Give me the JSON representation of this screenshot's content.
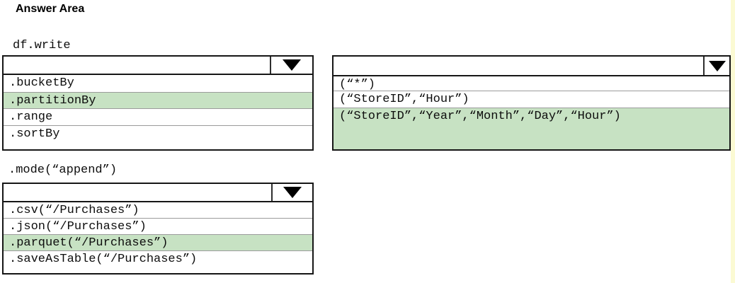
{
  "title": "Answer Area",
  "colors": {
    "highlight_green": "#c7e2c3",
    "page_edge_strip": "#fbfad3"
  },
  "code_labels": {
    "df_write": "df.write",
    "mode_append": ".mode(“append”)"
  },
  "dropdowns": [
    {
      "name": "write-method",
      "options": [
        {
          "text": ".bucketBy",
          "selected": false
        },
        {
          "text": ".partitionBy",
          "selected": true
        },
        {
          "text": ".range",
          "selected": false
        },
        {
          "text": ".sortBy",
          "selected": false
        }
      ]
    },
    {
      "name": "partition-columns",
      "options": [
        {
          "text": "(“*”)",
          "selected": false
        },
        {
          "text": "(“StoreID”,“Hour”)",
          "selected": false
        },
        {
          "text": "(“StoreID”,“Year”,“Month”,“Day”,“Hour”)",
          "selected": true
        }
      ]
    },
    {
      "name": "output-format",
      "options": [
        {
          "text": ".csv(“/Purchases”)",
          "selected": false
        },
        {
          "text": ".json(“/Purchases”)",
          "selected": false
        },
        {
          "text": ".parquet(“/Purchases”)",
          "selected": true
        },
        {
          "text": ".saveAsTable(“/Purchases”)",
          "selected": false
        }
      ]
    }
  ]
}
